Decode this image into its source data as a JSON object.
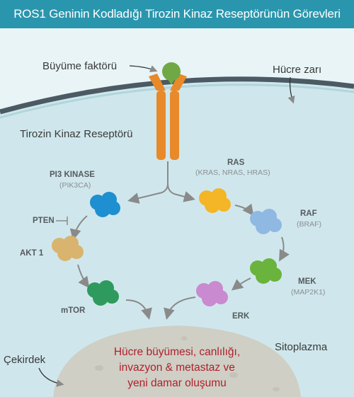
{
  "title": "ROS1 Geninin Kodladığı Tirozin Kinaz Reseptörünün Görevleri",
  "labels": {
    "growth_factor": "Büyüme faktörü",
    "cell_membrane": "Hücre zarı",
    "receptor": "Tirozin Kinaz Reseptörü",
    "nucleus": "Çekirdek",
    "cytoplasm": "Sitoplazma"
  },
  "proteins": {
    "pi3k": {
      "name": "PI3 KINASE",
      "sub": "(PIK3CA)",
      "color": "#1e8fd0"
    },
    "pten": {
      "name": "PTEN"
    },
    "akt1": {
      "name": "AKT 1",
      "color": "#d8b46e"
    },
    "mtor": {
      "name": "mTOR",
      "color": "#2e9a5e"
    },
    "ras": {
      "name": "RAS",
      "sub": "(KRAS, NRAS, HRAS)",
      "color": "#f4b526"
    },
    "raf": {
      "name": "RAF",
      "sub": "(BRAF)",
      "color": "#8fb8e2"
    },
    "mek": {
      "name": "MEK",
      "sub": "(MAP2K1)",
      "color": "#6ab33c"
    },
    "erk": {
      "name": "ERK",
      "color": "#c98ad0"
    }
  },
  "outcome": {
    "line1": "Hücre büyümesi, canlılığı,",
    "line2": "invazyon & metastaz ve",
    "line3": "yeni damar oluşumu"
  },
  "colors": {
    "title_bar": "#2a96ad",
    "membrane": "#4b5a63",
    "extracellular": "#e8f4f6",
    "cytoplasm": "#cfe7ec",
    "nucleus": "#cfcfc6",
    "receptor": "#e8892a",
    "ligand": "#6fa844",
    "arrow": "#8a8a8a",
    "outcome_text": "#b0202a"
  }
}
